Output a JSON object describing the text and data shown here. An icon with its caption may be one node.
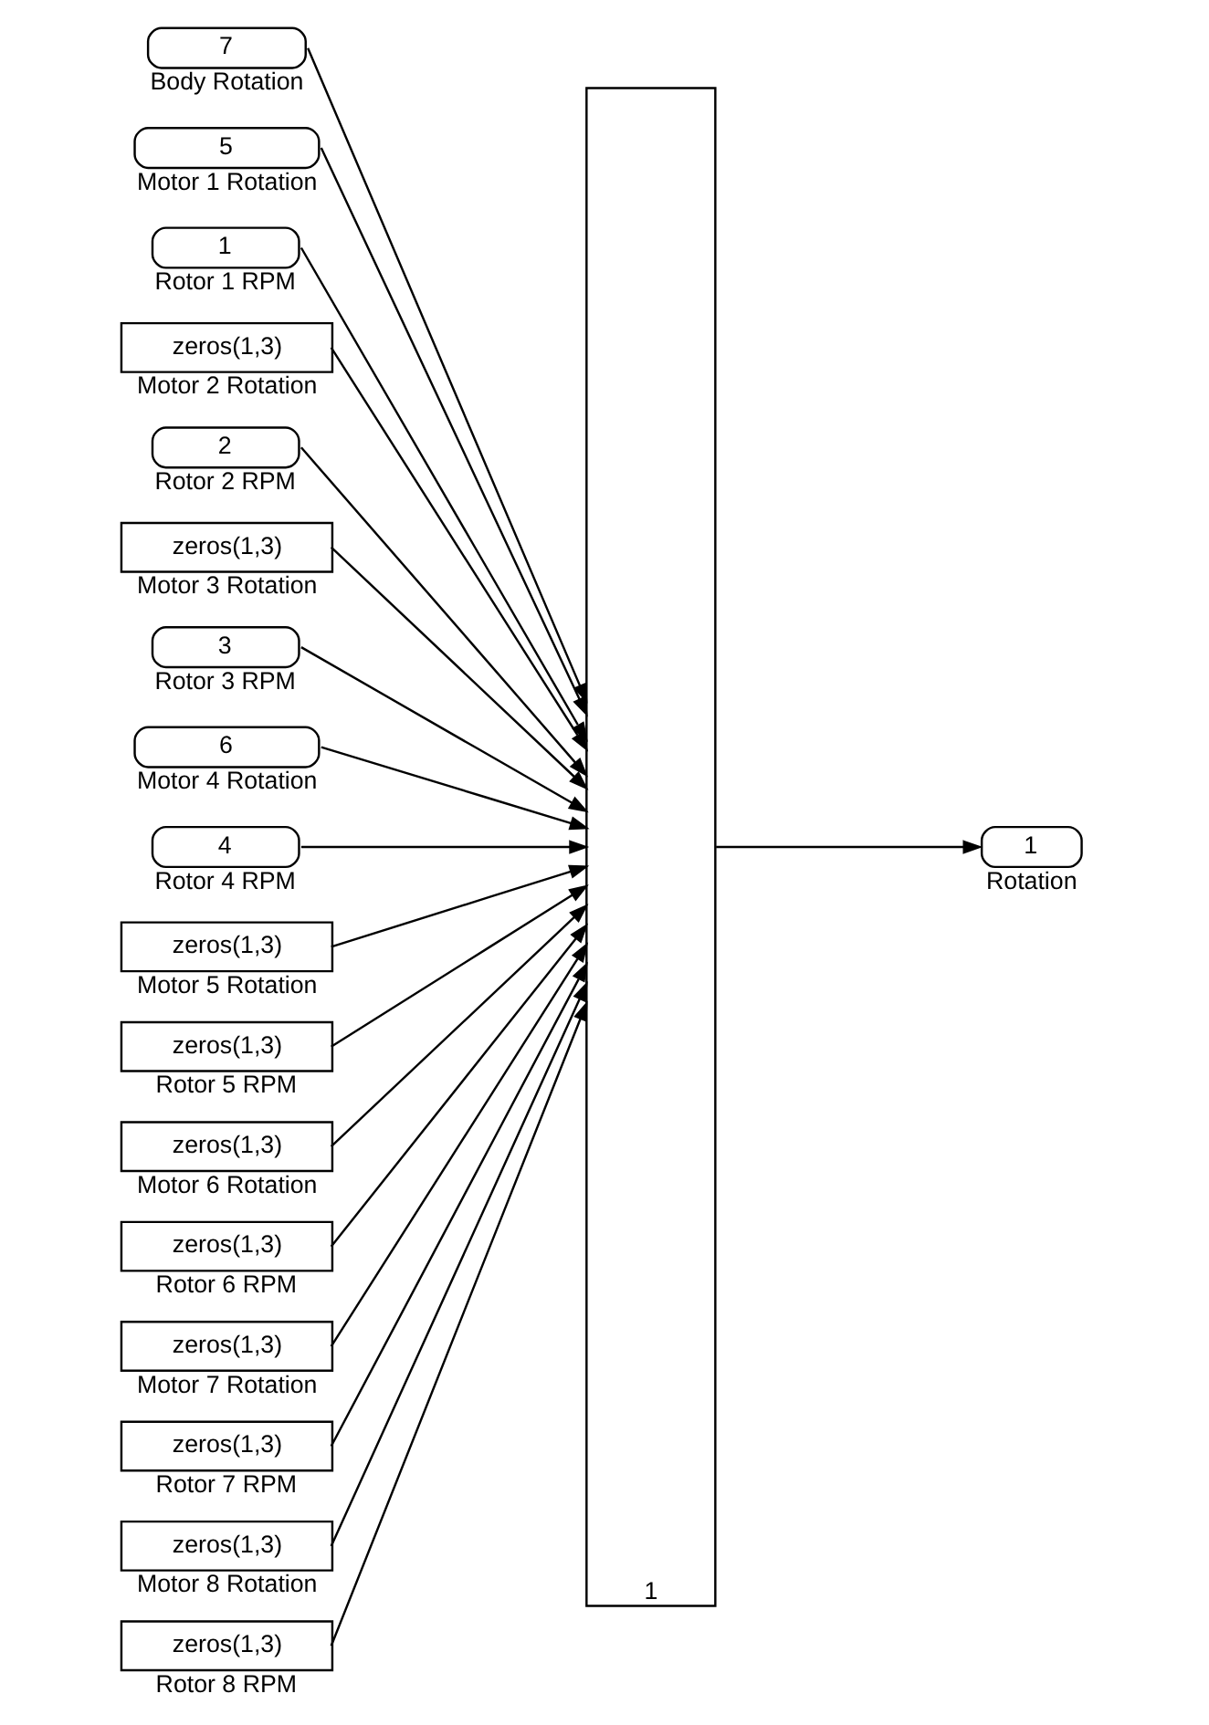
{
  "diagram": {
    "nodes": [
      {
        "text": [
          "7"
        ],
        "beside": [
          "Body Rotation"
        ]
      },
      {
        "text": [
          "5"
        ],
        "beside": [
          "Motor 1 Rotation"
        ]
      },
      {
        "text": [
          "1"
        ],
        "beside": [
          "Rotor 1 RPM"
        ]
      },
      {
        "text": [
          "zeros(1,3)"
        ],
        "beside": [
          "Motor 2 Rotation"
        ]
      },
      {
        "text": [
          "2"
        ],
        "beside": [
          "Rotor 2 RPM"
        ]
      },
      {
        "text": [
          "zeros(1,3)"
        ],
        "beside": [
          "Motor 3 Rotation"
        ]
      },
      {
        "text": [
          "3"
        ],
        "beside": [
          "Rotor 3 RPM"
        ]
      },
      {
        "text": [
          "6"
        ],
        "beside": [
          "Motor 4 Rotation"
        ]
      },
      {
        "text": [
          "4"
        ],
        "beside": [
          "Rotor 4 RPM"
        ]
      },
      {
        "text": [
          "zeros(1,3)"
        ],
        "beside": [
          "Motor 5 Rotation"
        ]
      },
      {
        "text": [
          "zeros(1,3)"
        ],
        "beside": [
          "Rotor 5 RPM"
        ]
      },
      {
        "text": [
          "zeros(1,3)"
        ],
        "beside": [
          "Motor 6 Rotation"
        ]
      },
      {
        "text": [
          "zeros(1,3)"
        ],
        "beside": [
          "Rotor 6 RPM"
        ]
      },
      {
        "text": [
          "zeros(1,3)"
        ],
        "beside": [
          "Motor 7 Rotation"
        ]
      },
      {
        "text": [
          "zeros(1,3)"
        ],
        "beside": [
          "Rotor 7 RPM"
        ]
      },
      {
        "text": [
          "zeros(1,3)"
        ],
        "beside": [
          "Motor 8 Rotation"
        ]
      },
      {
        "text": [
          "zeros(1,3)"
        ],
        "beside": [
          "Rotor 8 RPM"
        ]
      },
      {
        "text": [
          "1"
        ]
      },
      {
        "text": [
          "1"
        ],
        "beside": [
          "Rotation"
        ]
      }
    ],
    "edges": [
      {
        "from": 0,
        "to": 17,
        "arrow": "to"
      },
      {
        "from": 1,
        "to": 17,
        "arrow": "to"
      },
      {
        "from": 2,
        "to": 17,
        "arrow": "to"
      },
      {
        "from": 3,
        "to": 17,
        "arrow": "to"
      },
      {
        "from": 4,
        "to": 17,
        "arrow": "to"
      },
      {
        "from": 5,
        "to": 17,
        "arrow": "to"
      },
      {
        "from": 6,
        "to": 17,
        "arrow": "to"
      },
      {
        "from": 7,
        "to": 17,
        "arrow": "to"
      },
      {
        "from": 8,
        "to": 17,
        "arrow": "to"
      },
      {
        "from": 9,
        "to": 17,
        "arrow": "to"
      },
      {
        "from": 10,
        "to": 17,
        "arrow": "to"
      },
      {
        "from": 11,
        "to": 17,
        "arrow": "to"
      },
      {
        "from": 12,
        "to": 17,
        "arrow": "to"
      },
      {
        "from": 13,
        "to": 17,
        "arrow": "to"
      },
      {
        "from": 14,
        "to": 17,
        "arrow": "to"
      },
      {
        "from": 15,
        "to": 17,
        "arrow": "to"
      },
      {
        "from": 16,
        "to": 17,
        "arrow": "to"
      },
      {
        "from": 17,
        "to": 18,
        "arrow": "to"
      }
    ]
  }
}
